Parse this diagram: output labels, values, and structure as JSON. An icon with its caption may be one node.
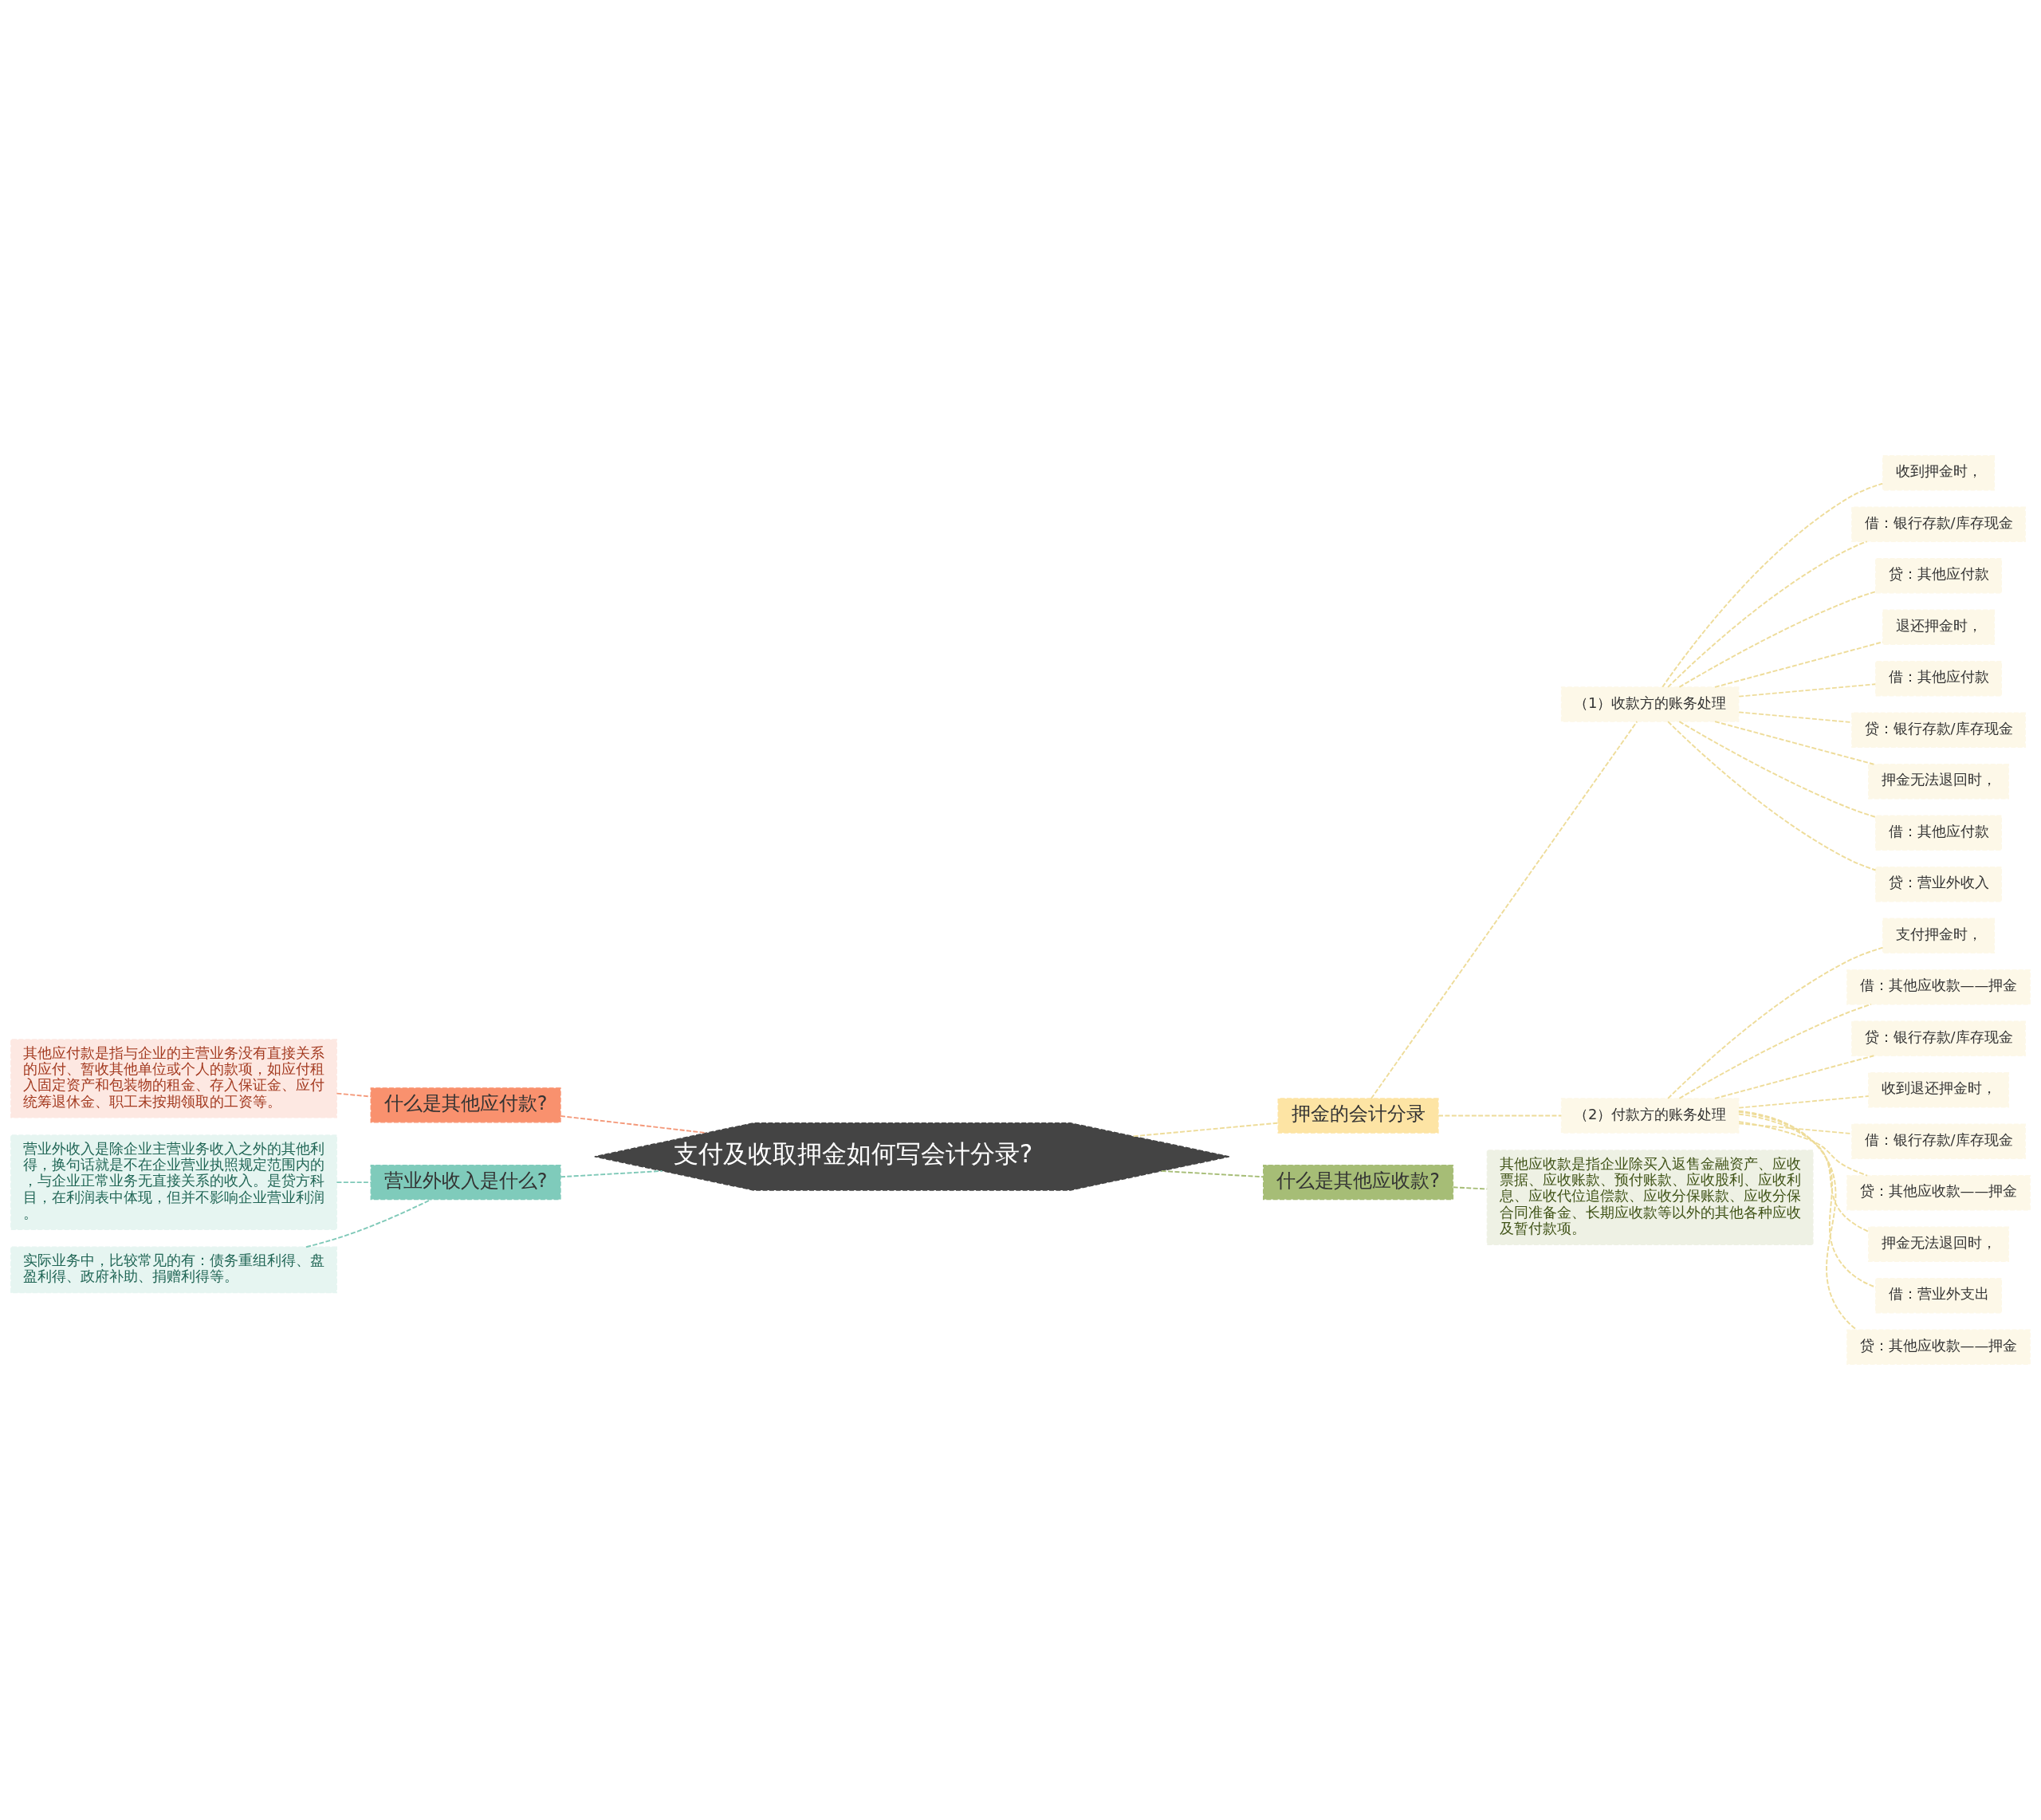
{
  "diagram": {
    "nodes": [
      {
        "text": [
          "支付及收取押金如何写会计分录?"
        ]
      },
      {
        "text": [
          "押金的会计分录"
        ]
      },
      {
        "text": [
          "（1）收款方的账务处理"
        ]
      },
      {
        "text": [
          "收到押金时，"
        ]
      },
      {
        "text": [
          "借：银行存款/库存现金"
        ]
      },
      {
        "text": [
          "贷：其他应付款"
        ]
      },
      {
        "text": [
          "退还押金时，"
        ]
      },
      {
        "text": [
          "借：其他应付款"
        ]
      },
      {
        "text": [
          "贷：银行存款/库存现金"
        ]
      },
      {
        "text": [
          "押金无法退回时，"
        ]
      },
      {
        "text": [
          "借：其他应付款"
        ]
      },
      {
        "text": [
          "贷：营业外收入"
        ]
      },
      {
        "text": [
          "（2）付款方的账务处理"
        ]
      },
      {
        "text": [
          "支付押金时，"
        ]
      },
      {
        "text": [
          "借：其他应收款——押金"
        ]
      },
      {
        "text": [
          "贷：银行存款/库存现金"
        ]
      },
      {
        "text": [
          "收到退还押金时，"
        ]
      },
      {
        "text": [
          "借：银行存款/库存现金"
        ]
      },
      {
        "text": [
          "贷：其他应收款——押金"
        ]
      },
      {
        "text": [
          "押金无法退回时，"
        ]
      },
      {
        "text": [
          "借：营业外支出"
        ]
      },
      {
        "text": [
          "贷：其他应收款——押金"
        ]
      },
      {
        "text": [
          "什么是其他应收款?"
        ]
      },
      {
        "text": [
          "其他应收款是指企业除买入返售金融资产、应收票据、应收账款、预付账款、应收股利、应收利息、应收代位追偿款、应收分保账款、应收分保合同准备金、长期应收款等以外的其他各种应收及暂付款项。"
        ]
      },
      {
        "text": [
          "什么是其他应付款?"
        ]
      },
      {
        "text": [
          "其他应付款是指与企业的主营业务没有直接关系的应付、暂收其他单位或个人的款项，如应付租入固定资产和包装物的租金、存入保证金、应付统筹退休金、职工未按期领取的工资等。"
        ]
      },
      {
        "text": [
          "营业外收入是什么?"
        ]
      },
      {
        "text": [
          "营业外收入是除企业主营业务收入之外的其他利得，换句话就是不在企业营业执照规定范围内的，与企业正常业务无直接关系的收入。是贷方科目，在利润表中体现，但并不影响企业营业利润。"
        ]
      },
      {
        "text": [
          "实际业务中，比较常见的有：债务重组利得、盘盈利得、政府补助、捐赠利得等。"
        ]
      }
    ],
    "edges": [
      {
        "from": 0,
        "to": 1,
        "arrow": "none",
        "style": "dashed"
      },
      {
        "from": 1,
        "to": 2,
        "arrow": "none",
        "style": "dashed"
      },
      {
        "from": 2,
        "to": 3,
        "arrow": "none",
        "style": "dashed"
      },
      {
        "from": 2,
        "to": 4,
        "arrow": "none",
        "style": "dashed"
      },
      {
        "from": 2,
        "to": 5,
        "arrow": "none",
        "style": "dashed"
      },
      {
        "from": 2,
        "to": 6,
        "arrow": "none",
        "style": "dashed"
      },
      {
        "from": 2,
        "to": 7,
        "arrow": "none",
        "style": "dashed"
      },
      {
        "from": 2,
        "to": 8,
        "arrow": "none",
        "style": "dashed"
      },
      {
        "from": 2,
        "to": 9,
        "arrow": "none",
        "style": "dashed"
      },
      {
        "from": 2,
        "to": 10,
        "arrow": "none",
        "style": "dashed"
      },
      {
        "from": 2,
        "to": 11,
        "arrow": "none",
        "style": "dashed"
      },
      {
        "from": 1,
        "to": 12,
        "arrow": "none",
        "style": "dashed"
      },
      {
        "from": 12,
        "to": 13,
        "arrow": "none",
        "style": "dashed"
      },
      {
        "from": 12,
        "to": 14,
        "arrow": "none",
        "style": "dashed"
      },
      {
        "from": 12,
        "to": 15,
        "arrow": "none",
        "style": "dashed"
      },
      {
        "from": 12,
        "to": 16,
        "arrow": "none",
        "style": "dashed"
      },
      {
        "from": 12,
        "to": 17,
        "arrow": "none",
        "style": "dashed"
      },
      {
        "from": 12,
        "to": 18,
        "arrow": "none",
        "style": "dashed"
      },
      {
        "from": 12,
        "to": 19,
        "arrow": "none",
        "style": "dashed"
      },
      {
        "from": 12,
        "to": 20,
        "arrow": "none",
        "style": "dashed"
      },
      {
        "from": 12,
        "to": 21,
        "arrow": "none",
        "style": "dashed"
      },
      {
        "from": 0,
        "to": 22,
        "arrow": "none",
        "style": "dashed",
        "color": "#a6bd76"
      },
      {
        "from": 22,
        "to": 23,
        "arrow": "none",
        "style": "dashed",
        "color": "#a6bd76"
      },
      {
        "from": 0,
        "to": 24,
        "arrow": "none",
        "style": "dashed",
        "color": "#f4997a"
      },
      {
        "from": 24,
        "to": 25,
        "arrow": "none",
        "style": "dashed",
        "color": "#f4997a"
      },
      {
        "from": 0,
        "to": 26,
        "arrow": "none",
        "style": "dashed",
        "color": "#7fc9b8"
      },
      {
        "from": 26,
        "to": 27,
        "arrow": "none",
        "style": "dashed",
        "color": "#7fc9b8"
      },
      {
        "from": 26,
        "to": 28,
        "arrow": "none",
        "style": "dashed",
        "color": "#7fc9b8"
      }
    ]
  }
}
